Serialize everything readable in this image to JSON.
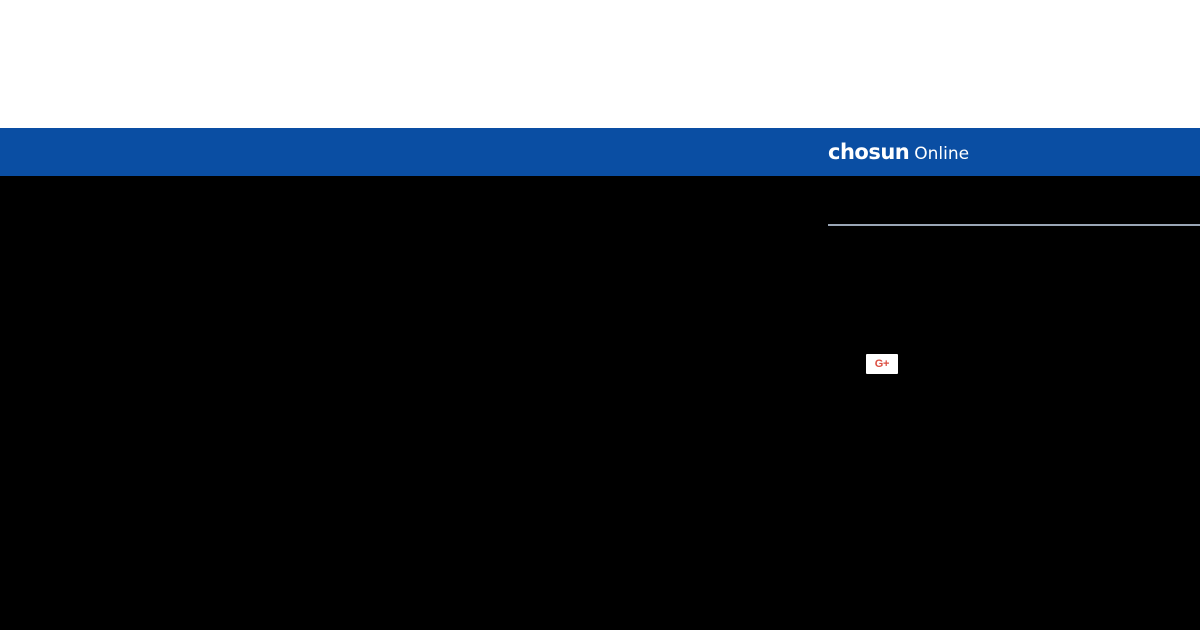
{
  "colors": {
    "top_background": "#ffffff",
    "brand_bar": "#0a4ea3",
    "main_background": "#000000",
    "divider": "#9aa6b5",
    "gplus": "#dc4e41"
  },
  "header": {
    "logo_word": "chosun",
    "logo_suffix": "Online"
  },
  "share": {
    "gplus_label": "G+",
    "gplus_icon": "google-plus-icon"
  }
}
